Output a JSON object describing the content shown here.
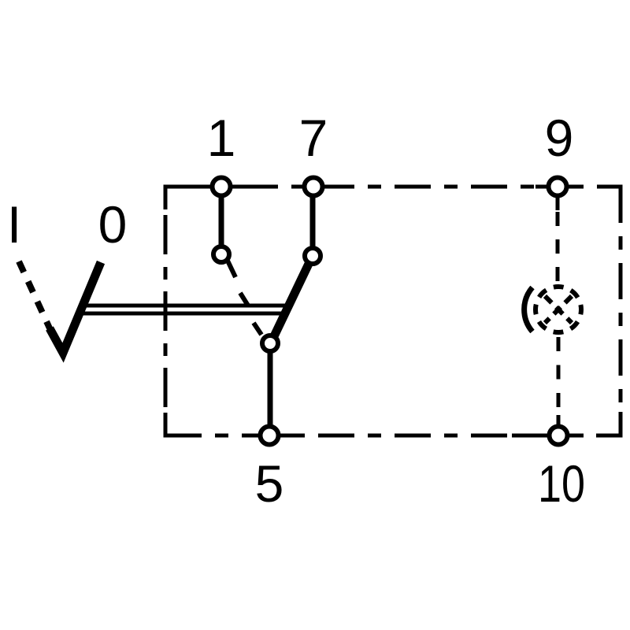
{
  "colors": {
    "background": "#ffffff",
    "line": "#000000"
  },
  "diagram": {
    "kind": "rocker-switch-wiring-schematic",
    "labels": {
      "terminal_1": "1",
      "terminal_7": "7",
      "terminal_9": "9",
      "terminal_5": "5",
      "terminal_10": "10",
      "position_i": "I",
      "position_0": "0"
    },
    "terminals_top": [
      "1",
      "7",
      "9"
    ],
    "terminals_bottom": [
      "5",
      "10"
    ],
    "switch_positions": [
      "I",
      "0"
    ],
    "active_position": "0",
    "closed_contact_path": "7-5",
    "open_contact_path": "1",
    "lamp_branch": "9-10",
    "icons": [
      "switch-lever-icon",
      "lamp-icon",
      "terminal-circle",
      "contact-circle"
    ]
  }
}
